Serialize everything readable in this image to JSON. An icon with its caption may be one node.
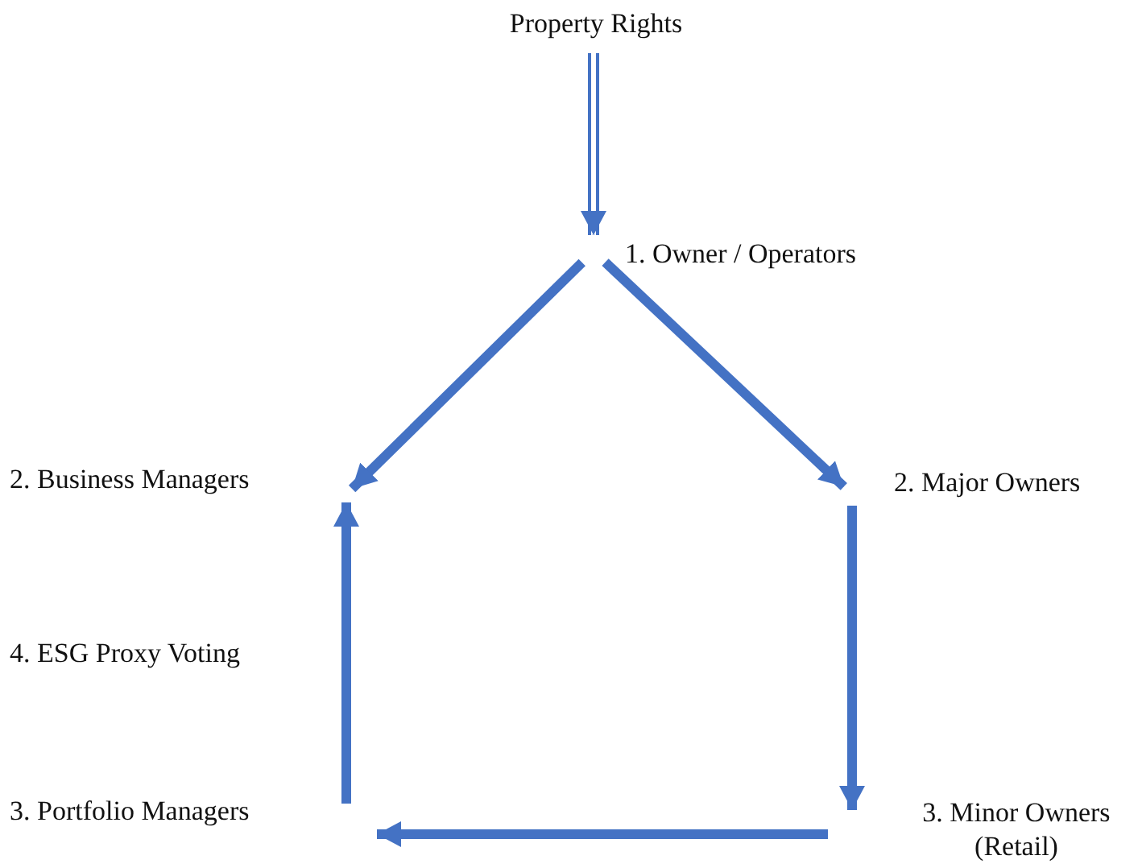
{
  "diagram": {
    "nodes": [
      {
        "text": [
          "Property Rights"
        ]
      },
      {
        "text": [
          "1. Owner / Operators"
        ]
      },
      {
        "text": [
          "2. Business Managers"
        ]
      },
      {
        "text": [
          "2. Major Owners"
        ]
      },
      {
        "text": [
          "3. Portfolio Managers"
        ]
      },
      {
        "text": [
          "3. Minor Owners (Retail)"
        ]
      }
    ],
    "edges": [
      {
        "from": 0,
        "to": 1,
        "arrow": "to"
      },
      {
        "from": 1,
        "to": 2,
        "arrow": "to"
      },
      {
        "from": 1,
        "to": 3,
        "arrow": "to"
      },
      {
        "from": 3,
        "to": 5,
        "arrow": "to"
      },
      {
        "from": 5,
        "to": 4,
        "arrow": "to"
      },
      {
        "from": 4,
        "to": 2,
        "arrow": "to",
        "label": "4. ESG Proxy Voting"
      }
    ]
  }
}
